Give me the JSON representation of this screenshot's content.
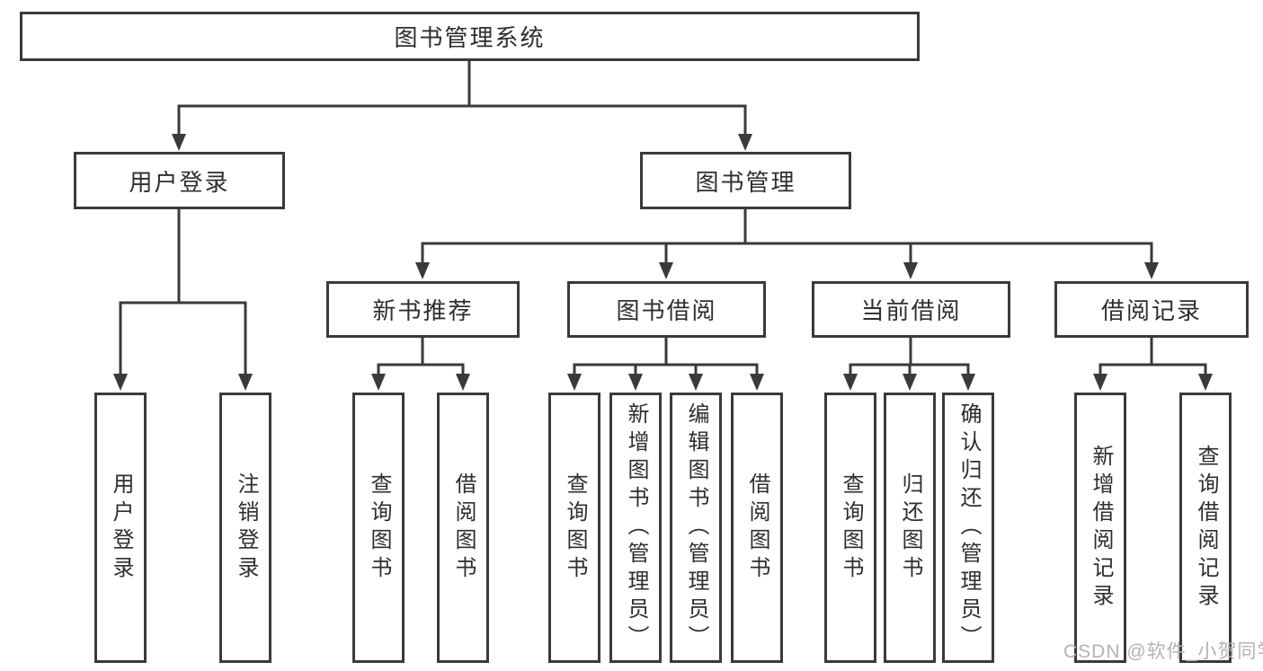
{
  "colors": {
    "line": "#3a3a3a",
    "text": "#2e2e2e",
    "box_background": "#ffffff",
    "watermark": "#b2b2ba"
  },
  "watermark": "CSDN @软件_小贺同学",
  "nodes": {
    "root": {
      "label": "图书管理系统"
    },
    "level2": [
      {
        "id": "user-login",
        "label": "用户登录"
      },
      {
        "id": "book-management",
        "label": "图书管理"
      }
    ],
    "level3": [
      {
        "id": "new-book-recommend",
        "label": "新书推荐"
      },
      {
        "id": "book-borrow",
        "label": "图书借阅"
      },
      {
        "id": "current-borrow",
        "label": "当前借阅"
      },
      {
        "id": "borrow-record",
        "label": "借阅记录"
      }
    ],
    "leaves": [
      {
        "parent": "user-login",
        "label": "用户登录"
      },
      {
        "parent": "user-login",
        "label": "注销登录"
      },
      {
        "parent": "new-book-recommend",
        "label": "查询图书"
      },
      {
        "parent": "new-book-recommend",
        "label": "借阅图书"
      },
      {
        "parent": "book-borrow",
        "label": "查询图书"
      },
      {
        "parent": "book-borrow",
        "label": "新增图书（管理员）"
      },
      {
        "parent": "book-borrow",
        "label": "编辑图书（管理员）"
      },
      {
        "parent": "book-borrow",
        "label": "借阅图书"
      },
      {
        "parent": "current-borrow",
        "label": "查询图书"
      },
      {
        "parent": "current-borrow",
        "label": "归还图书"
      },
      {
        "parent": "current-borrow",
        "label": "确认归还（管理员）"
      },
      {
        "parent": "borrow-record",
        "label": "新增借阅记录"
      },
      {
        "parent": "borrow-record",
        "label": "查询借阅记录"
      }
    ]
  }
}
